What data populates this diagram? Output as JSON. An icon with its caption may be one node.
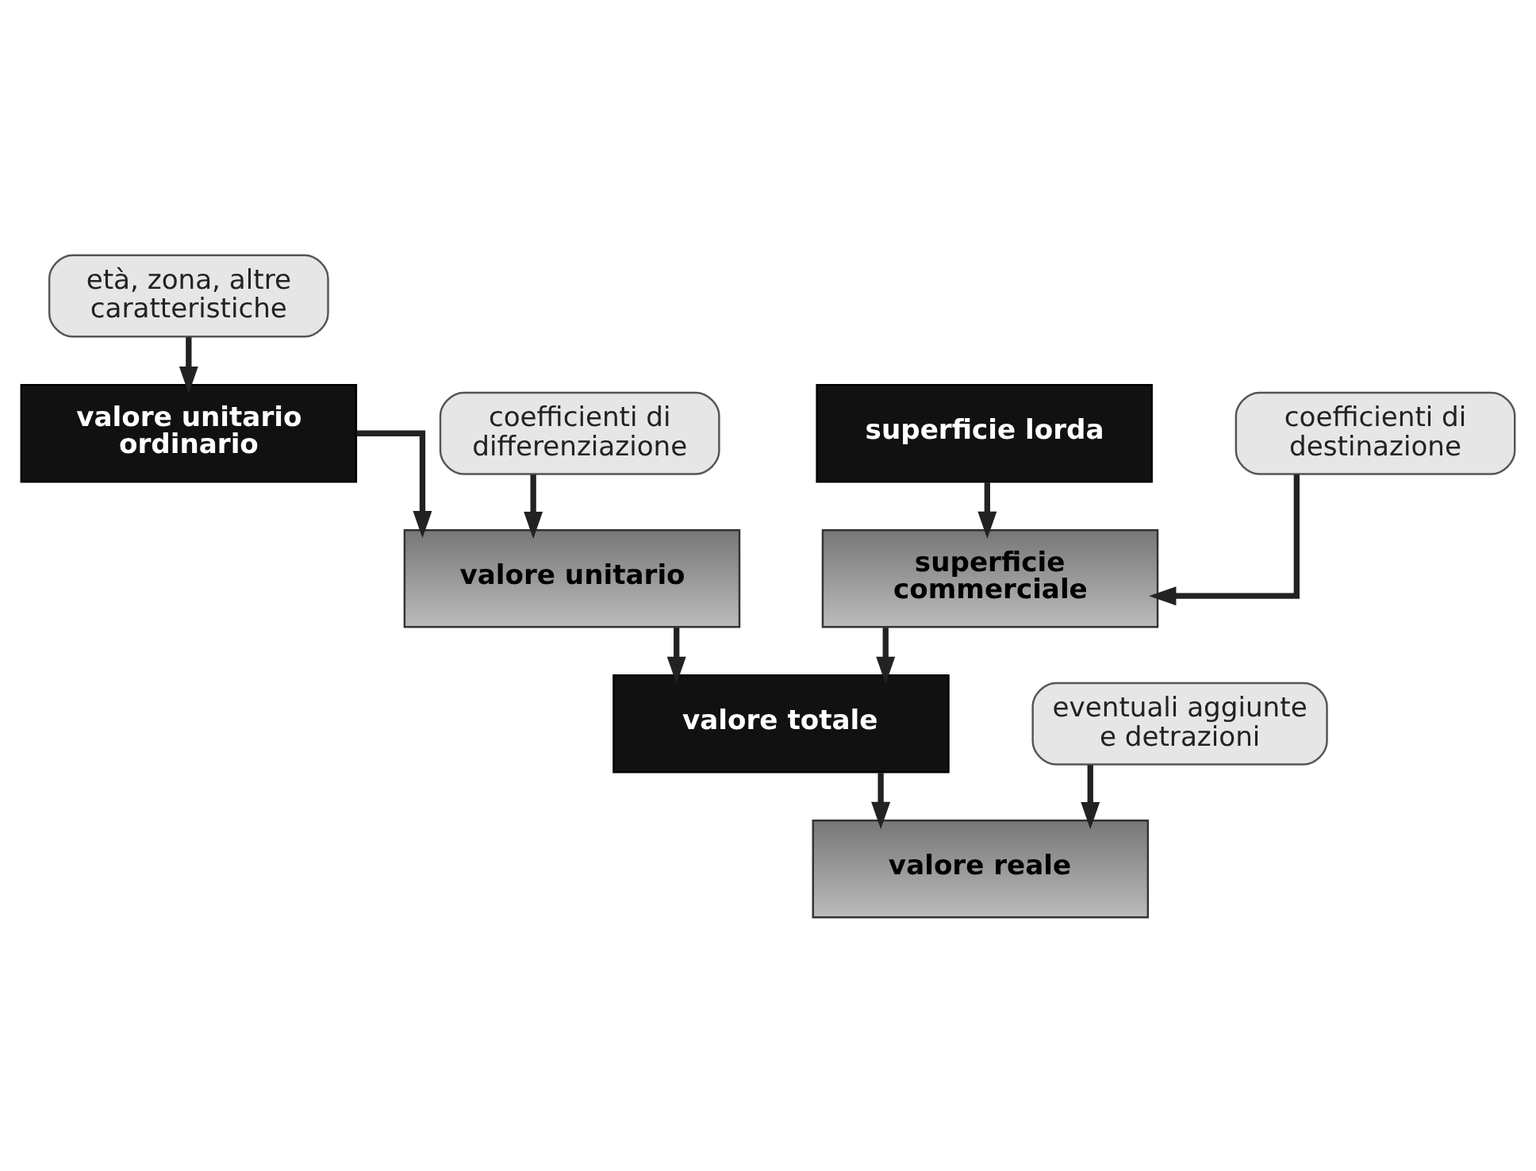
{
  "diagram": {
    "nodes": [
      {
        "text": [
          "età, zona, altre caratteristiche"
        ]
      },
      {
        "text": [
          "superficie lorda"
        ]
      },
      {
        "text": [
          "valore unitario ordinario"
        ]
      },
      {
        "text": [
          "coefficienti di destinazione"
        ]
      },
      {
        "text": [
          "coefficienti di differenziazione"
        ]
      },
      {
        "text": [
          "superficie commerciale"
        ]
      },
      {
        "text": [
          "valore unitario"
        ]
      },
      {
        "text": [
          "valore totale"
        ]
      },
      {
        "text": [
          "eventuali aggiunte e detrazioni"
        ]
      },
      {
        "text": [
          "valore reale"
        ]
      }
    ],
    "edges": [
      {
        "from": 0,
        "to": 2,
        "arrow": "to"
      },
      {
        "from": 1,
        "to": 5,
        "arrow": "to"
      },
      {
        "from": 3,
        "to": 5,
        "arrow": "to"
      },
      {
        "from": 2,
        "to": 6,
        "arrow": "to"
      },
      {
        "from": 4,
        "to": 6,
        "arrow": "to"
      },
      {
        "from": 5,
        "to": 7,
        "arrow": "to"
      },
      {
        "from": 6,
        "to": 7,
        "arrow": "to"
      },
      {
        "from": 7,
        "to": 9,
        "arrow": "to"
      },
      {
        "from": 8,
        "to": 9,
        "arrow": "to"
      }
    ]
  }
}
